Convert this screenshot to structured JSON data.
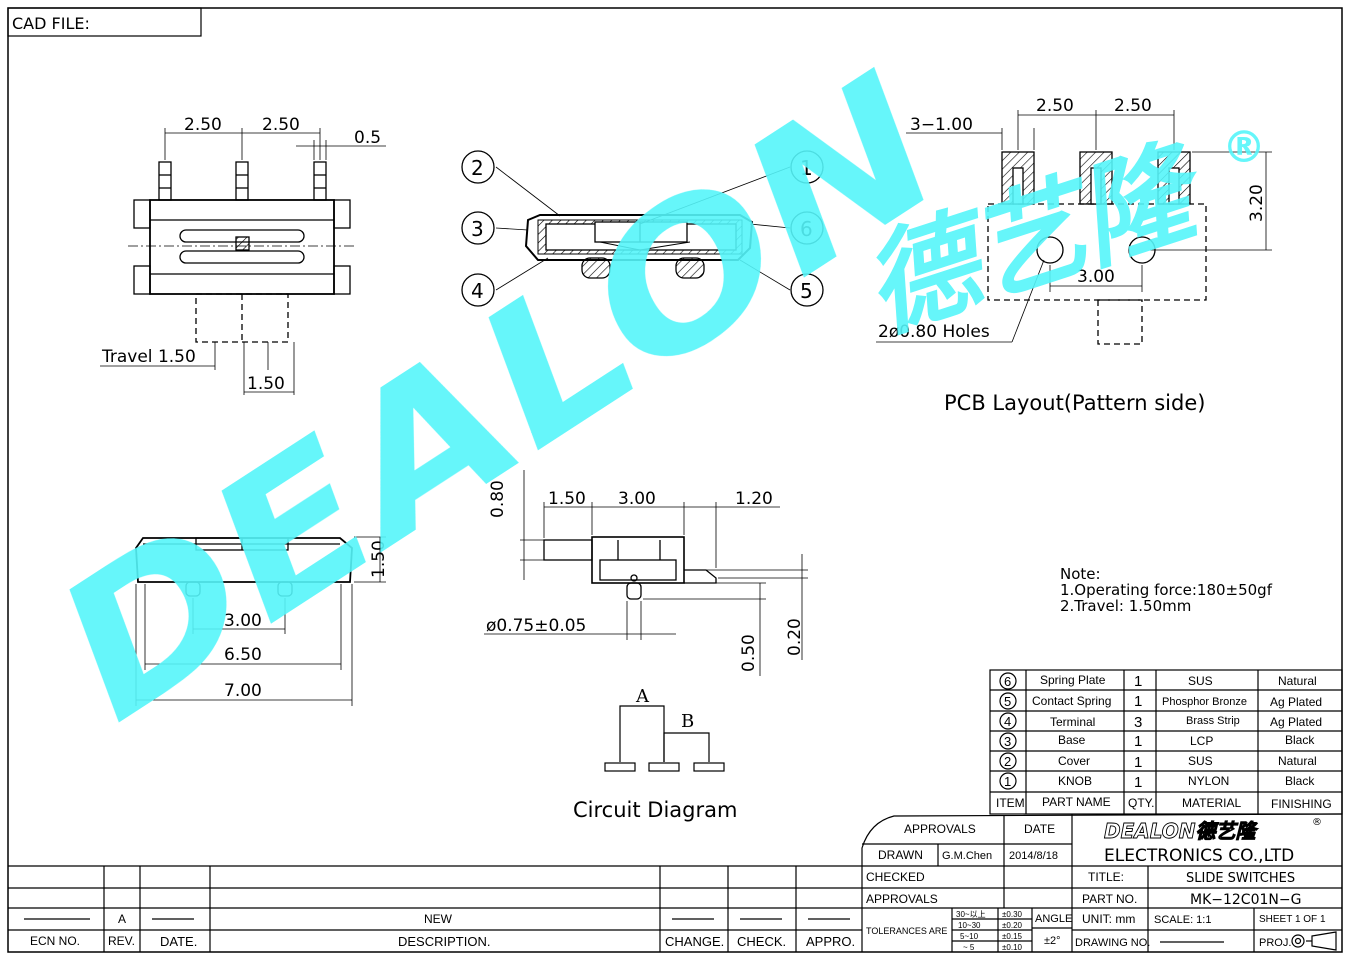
{
  "header": {
    "cad_file": "CAD  FILE:"
  },
  "top_view": {
    "dim_pitch_left": "2.50",
    "dim_pitch_right": "2.50",
    "dim_pin_width": "0.5",
    "travel_label": "Travel  1.50",
    "dim_travel": "1.50"
  },
  "section_view": {
    "callouts": [
      "1",
      "2",
      "3",
      "4",
      "5",
      "6"
    ]
  },
  "pcb_layout": {
    "dim_pad_width": "3−1.00",
    "dim_pitch_left": "2.50",
    "dim_pitch_right": "2.50",
    "dim_height": "3.20",
    "dim_hole_spacing": "3.00",
    "holes_label": "2ø0.80  Holes",
    "caption": "PCB  Layout(Pattern  side)",
    "trademark": "®"
  },
  "front_view": {
    "dim_height": "1.50",
    "dim_post_spacing": "3.00",
    "dim_inner_width": "6.50",
    "dim_total_width": "7.00"
  },
  "side_view": {
    "dim_knob_height": "0.80",
    "dim_a": "1.50",
    "dim_b": "3.00",
    "dim_c": "1.20",
    "dim_post_dia": "ø0.75±0.05",
    "dim_post_length": "0.50",
    "dim_terminal_thickness": "0.20"
  },
  "circuit": {
    "label_a": "A",
    "label_b": "B",
    "caption": "Circuit  Diagram"
  },
  "notes": {
    "title": "Note:",
    "line1": "1.Operating  force:180±50gf",
    "line2": "2.Travel:  1.50mm"
  },
  "watermark": {
    "latin": "DEALON",
    "cjk": "德艺隆",
    "color": "#55f5fa"
  },
  "bom": {
    "rows": [
      {
        "item": "6",
        "name": "Spring Plate",
        "qty": "1",
        "material": "SUS",
        "finishing": "Natural"
      },
      {
        "item": "5",
        "name": "Contact Spring",
        "qty": "1",
        "material": "Phosphor  Bronze",
        "finishing": "Ag  Plated"
      },
      {
        "item": "4",
        "name": "Terminal",
        "qty": "3",
        "material": "Brass  Strip",
        "finishing": "Ag  Plated"
      },
      {
        "item": "3",
        "name": "Base",
        "qty": "1",
        "material": "LCP",
        "finishing": "Black"
      },
      {
        "item": "2",
        "name": "Cover",
        "qty": "1",
        "material": "SUS",
        "finishing": "Natural"
      },
      {
        "item": "1",
        "name": "KNOB",
        "qty": "1",
        "material": "NYLON",
        "finishing": "Black"
      }
    ],
    "headers": {
      "item": "ITEM",
      "name": "PART  NAME",
      "qty": "QTY.",
      "material": "MATERIAL",
      "finishing": "FINISHING"
    }
  },
  "title_block": {
    "approvals": "APPROVALS",
    "date": "DATE",
    "drawn": "DRAWN",
    "drawn_by": "G.M.Chen",
    "drawn_date": "2014/8/18",
    "checked": "CHECKED",
    "approvals2": "APPROVALS",
    "tolerances": "TOLERANCES  ARE",
    "tol_ranges": [
      "30~以上",
      "10~30",
      "5~10",
      "~ 5"
    ],
    "tol_values": [
      "±0.30",
      "±0.20",
      "±0.15",
      "±0.10"
    ],
    "angle": "ANGLE",
    "angle_value": "±2°",
    "logo_text": "DEALON德艺隆",
    "company": "ELECTRONICS  CO.,LTD",
    "title_label": "TITLE:",
    "title_value": "SLIDE  SWITCHES",
    "part_label": "PART  NO.",
    "part_value": "MK−12C01N−G",
    "unit": "UNIT:  mm",
    "scale": "SCALE:    1:1",
    "sheet": "SHEET    1  OF  1",
    "drawing_no": "DRAWING  NO.",
    "proj": "PROJ."
  },
  "revision": {
    "rev_value": "A",
    "description_value": "NEW",
    "headers": {
      "ecn": "ECN  NO.",
      "rev": "REV.",
      "date": "DATE.",
      "description": "DESCRIPTION.",
      "change": "CHANGE.",
      "check": "CHECK.",
      "appro": "APPRO."
    }
  }
}
